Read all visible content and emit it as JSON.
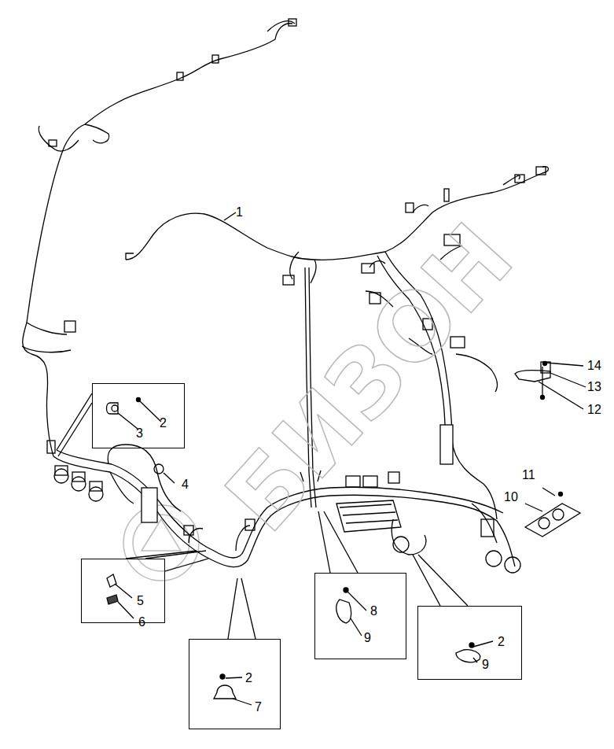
{
  "diagram": {
    "nodes": [
      {
        "text": [
          "2",
          "3"
        ]
      },
      {
        "text": [
          "5",
          "6"
        ]
      },
      {
        "text": [
          "8",
          "9"
        ]
      },
      {
        "text": [
          "2",
          "9"
        ]
      },
      {
        "text": [
          "2",
          "7"
        ]
      }
    ],
    "labels": [
      "1",
      "4",
      "14",
      "13",
      "12",
      "11",
      "10",
      "БИЗОН"
    ]
  }
}
